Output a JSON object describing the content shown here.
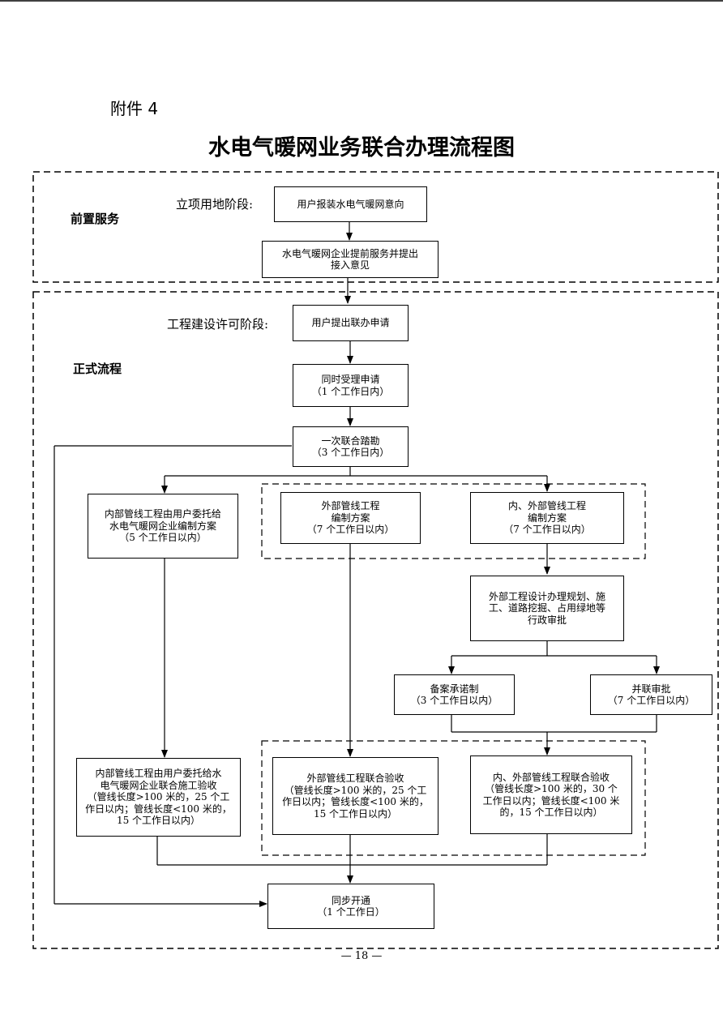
{
  "header": {
    "attachment": "附件 4",
    "title": "水电气暖网业务联合办理流程图"
  },
  "sections": {
    "pre_service": "前置服务",
    "formal_process": "正式流程"
  },
  "stages": {
    "land_stage": "立项用地阶段:",
    "permit_stage": "工程建设许可阶段:"
  },
  "boxes": {
    "user_intent": "用户报装水电气暖网意向",
    "advance_service": "水电气暖网企业提前服务并提出\n接入意见",
    "joint_application": "用户提出联办申请",
    "accept": "同时受理申请\n（1 个工作日内）",
    "survey": "一次联合踏勘\n（3 个工作日内）",
    "internal_plan": "内部管线工程由用户委托给\n水电气暖网企业编制方案\n（5 个工作日以内）",
    "external_plan": "外部管线工程\n编制方案\n（7 个工作日以内）",
    "inout_plan": "内、外部管线工程\n编制方案\n（7 个工作日以内）",
    "admin_approval": "外部工程设计办理规划、施\n工、道路挖掘、占用绿地等\n行政审批",
    "filing": "备案承诺制\n（3 个工作日以内）",
    "parallel_approval": "并联审批\n（7 个工作日以内）",
    "internal_accept": "内部管线工程由用户委托给水\n电气暖网企业联合施工验收\n（管线长度>100 米的，25 个工\n作日以内；管线长度<100 米的，\n15 个工作日以内）",
    "external_accept": "外部管线工程联合验收\n（管线长度>100 米的，25 个工\n作日以内；管线长度<100 米的，\n15 个工作日以内）",
    "inout_accept": "内、外部管线工程联合验收\n（管线长度>100 米的，30 个\n工作日以内；管线长度<100 米\n的，15 个工作日以内）",
    "sync_open": "同步开通\n（1 个工作日）"
  },
  "footer": {
    "page_number": "— 18 —"
  }
}
